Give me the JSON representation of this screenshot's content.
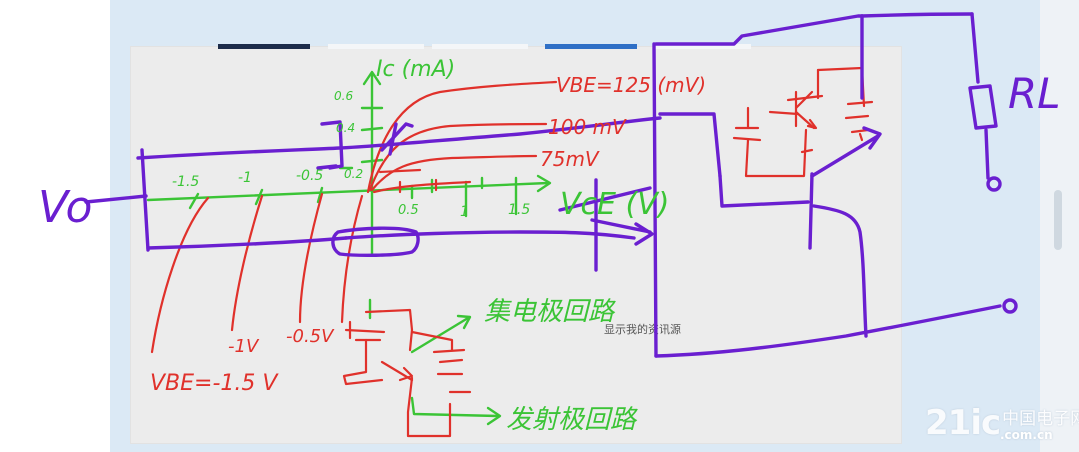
{
  "caption": "显示我的资讯源",
  "watermark": {
    "main": "21ic",
    "sub": "中国电子网",
    "domain": ".com.cn"
  },
  "labels": {
    "vo": "Vo",
    "rl": "RL",
    "ic_axis": "Ic (mA)",
    "vce_axis": "VcE (V)",
    "vbe_125": "VBE=125 (mV)",
    "vbe_100": "100 mV",
    "vbe_75": "75mV",
    "vbe_m15": "VBE=-1.5 V",
    "vbe_m1": "-1V",
    "vbe_m05": "-0.5V",
    "collector_loop": "集电极回路",
    "emitter_loop": "发射极回路",
    "y_06": "0.6",
    "y_04": "0.4",
    "y_02": "0.2",
    "x_m15": "-1.5",
    "x_m1": "-1",
    "x_m05": "-0.5",
    "x_05": "0.5",
    "x_1": "1",
    "x_15": "1.5"
  },
  "colors": {
    "purple": "#6a1fd0",
    "red": "#e0312b",
    "green": "#3bc436",
    "panel": "#dbe9f5",
    "card": "#ececec"
  }
}
